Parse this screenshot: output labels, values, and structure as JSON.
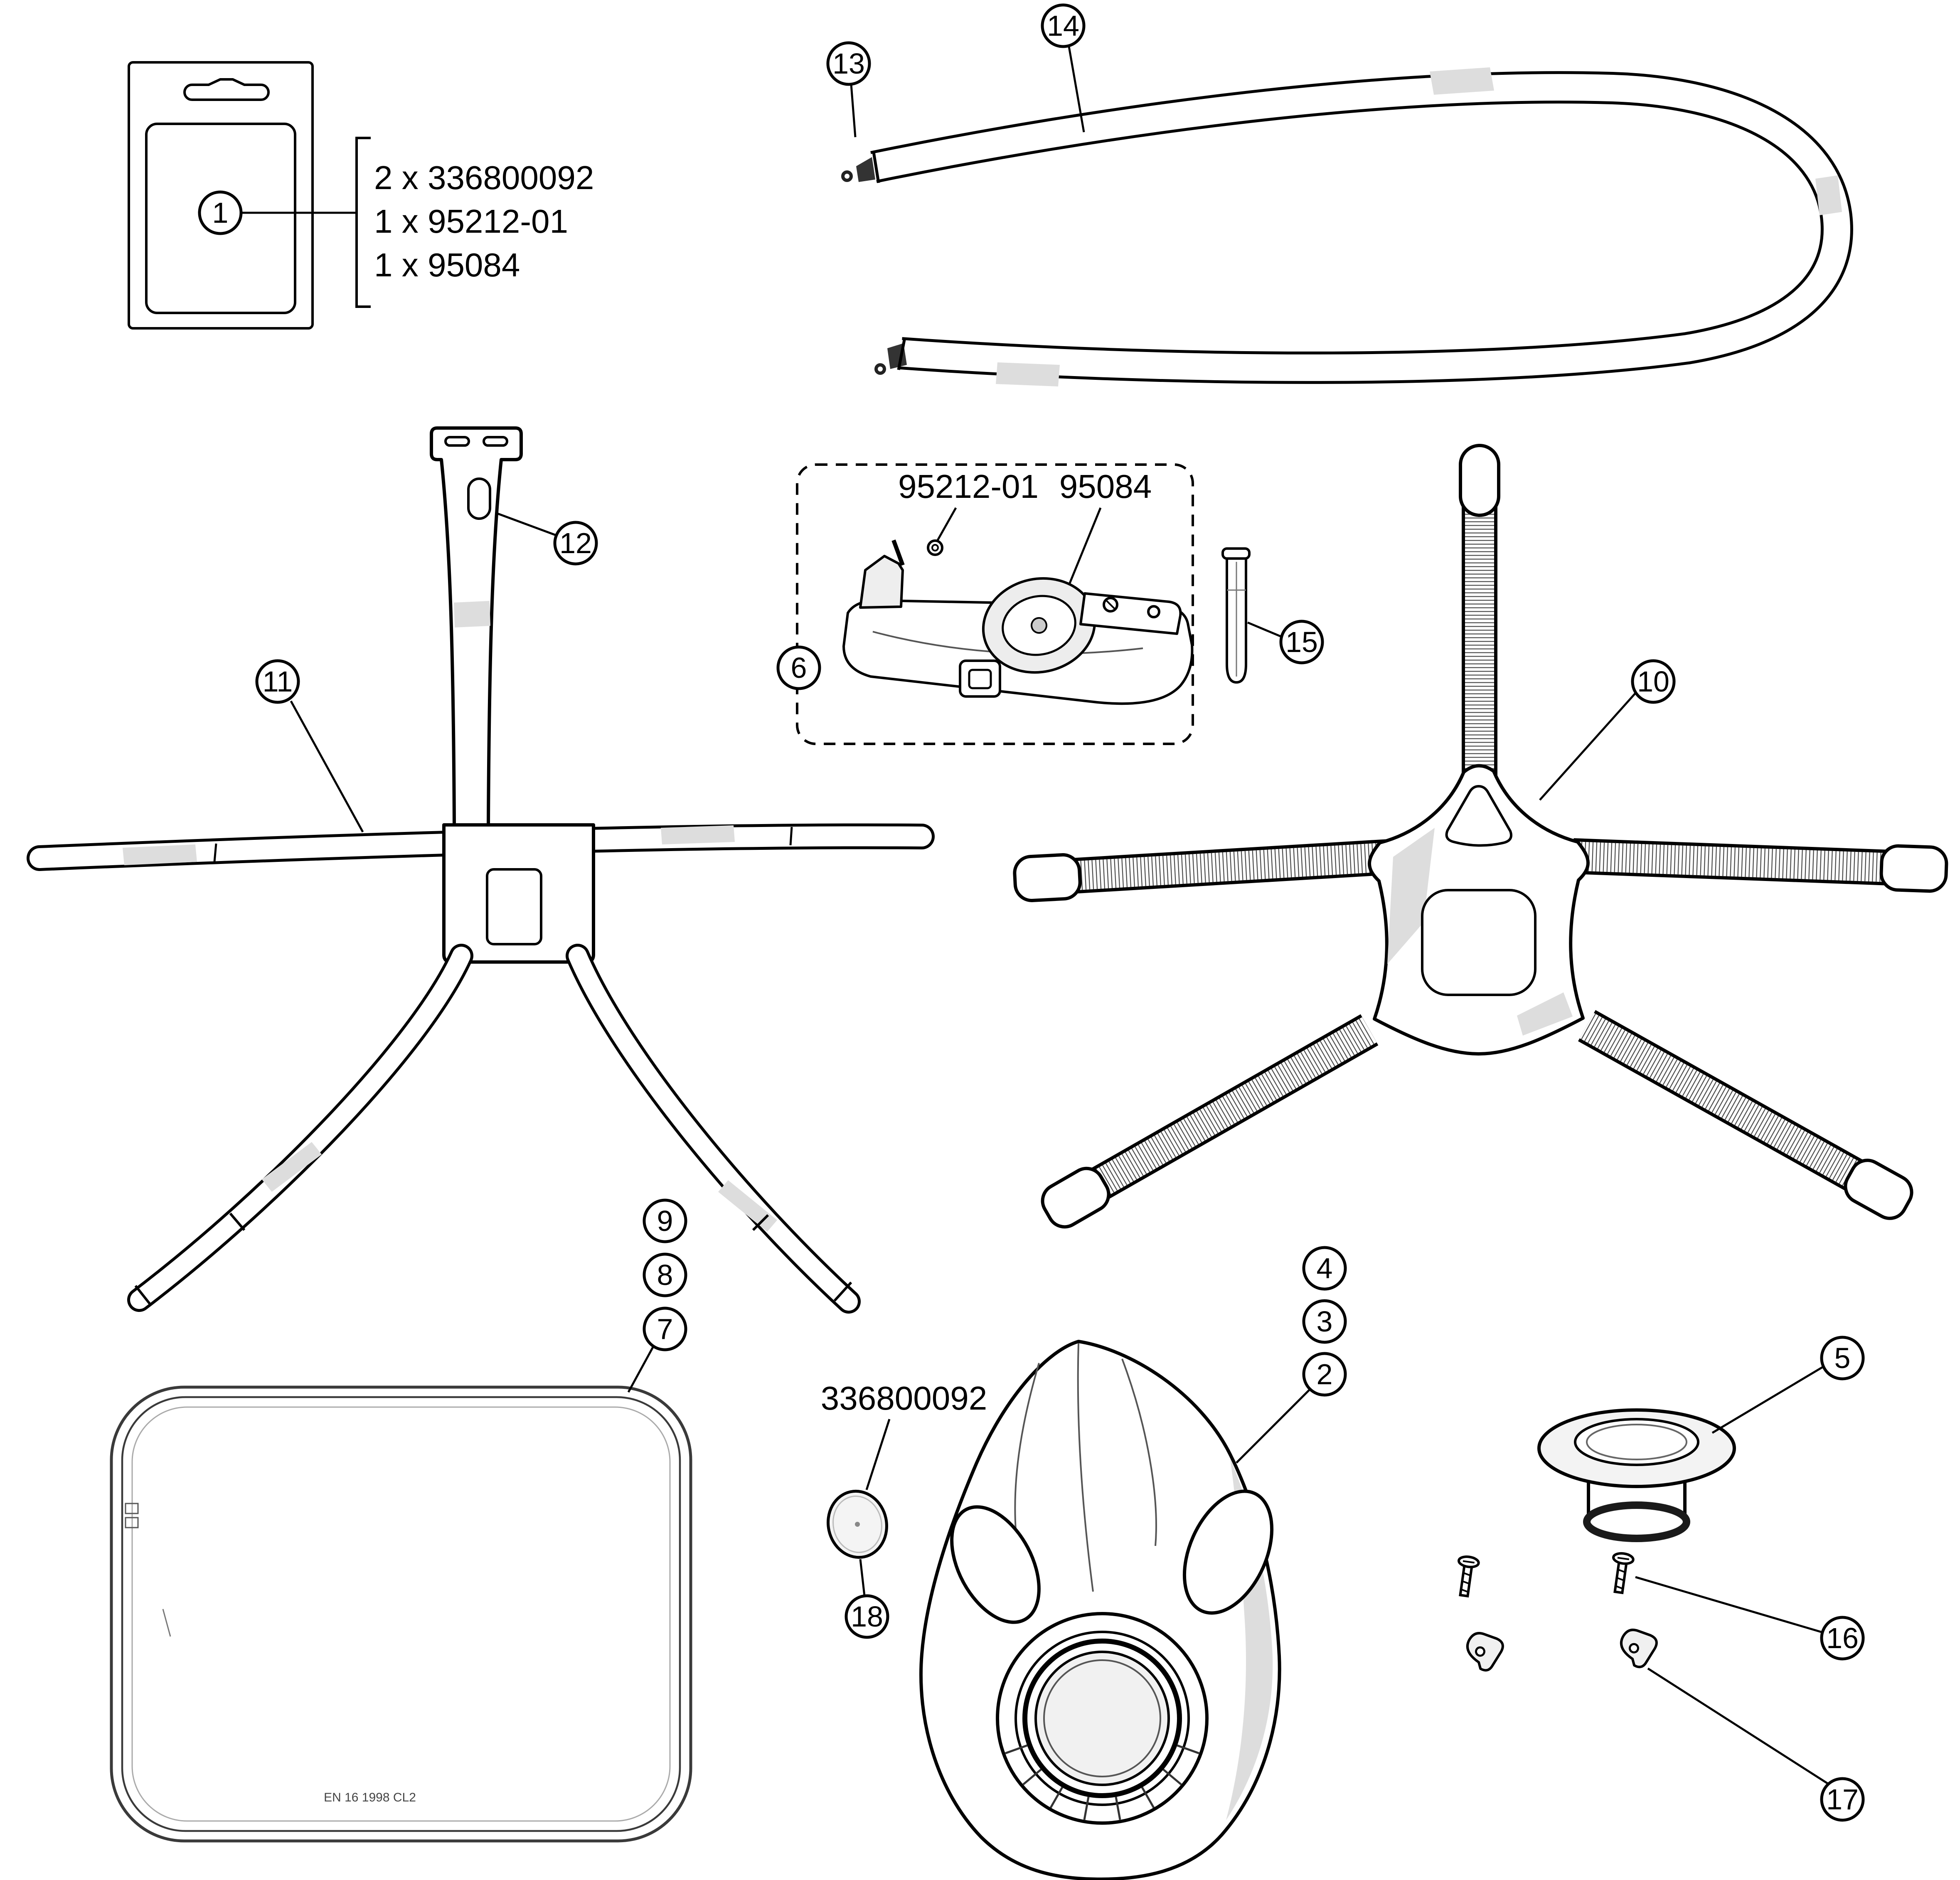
{
  "callouts": {
    "1": "1",
    "2": "2",
    "3": "3",
    "4": "4",
    "5": "5",
    "6": "6",
    "7": "7",
    "8": "8",
    "9": "9",
    "10": "10",
    "11": "11",
    "12": "12",
    "13": "13",
    "14": "14",
    "15": "15",
    "16": "16",
    "17": "17",
    "18": "18"
  },
  "package": {
    "lines": [
      "2 x 336800092",
      "1 x 95212-01",
      "1 x 95084"
    ]
  },
  "inset": {
    "left_label": "95212-01",
    "right_label": "95084"
  },
  "labels": {
    "disc": "336800092",
    "visor_marking": "EN 16 1998 CL2"
  }
}
